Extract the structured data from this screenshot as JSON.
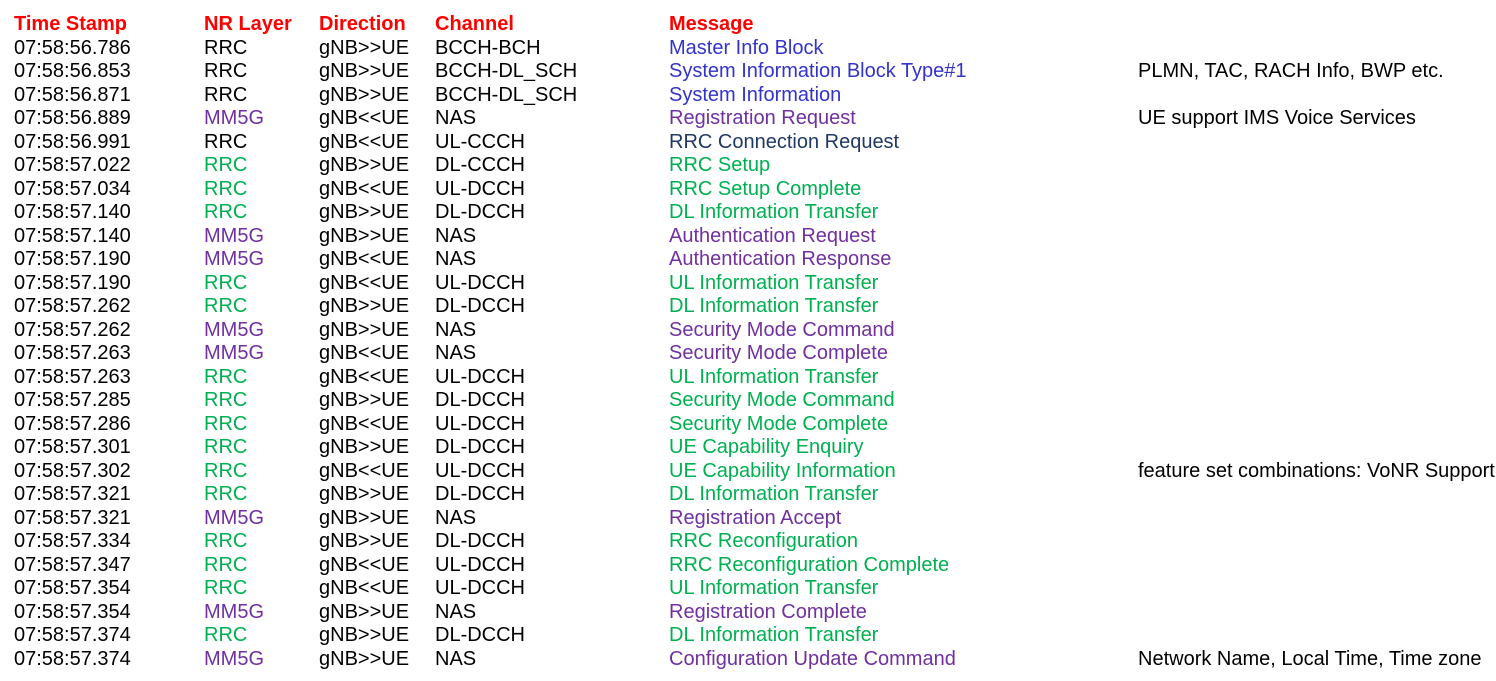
{
  "table": {
    "headers": [
      "Time Stamp",
      "NR Layer",
      "Direction",
      "Channel",
      "Message"
    ],
    "colors": {
      "header": "#ff0000",
      "black": "#000000",
      "green": "#00b050",
      "purple": "#7030a0",
      "blue": "#3333cc",
      "navy": "#1f3864",
      "note": "#000000",
      "background": "#ffffff"
    },
    "rows": [
      {
        "time": "07:58:56.786",
        "layer": "RRC",
        "layer_color": "black",
        "direction": "gNB>>UE",
        "channel": "BCCH-BCH",
        "message": "Master Info Block",
        "message_color": "blue",
        "note": ""
      },
      {
        "time": "07:58:56.853",
        "layer": "RRC",
        "layer_color": "black",
        "direction": "gNB>>UE",
        "channel": "BCCH-DL_SCH",
        "message": "System Information Block Type#1",
        "message_color": "blue",
        "note": "PLMN, TAC, RACH Info, BWP etc."
      },
      {
        "time": "07:58:56.871",
        "layer": "RRC",
        "layer_color": "black",
        "direction": "gNB>>UE",
        "channel": "BCCH-DL_SCH",
        "message": "System Information",
        "message_color": "blue",
        "note": ""
      },
      {
        "time": "07:58:56.889",
        "layer": "MM5G",
        "layer_color": "purple",
        "direction": "gNB<<UE",
        "channel": "NAS",
        "message": "Registration Request",
        "message_color": "purple",
        "note": "UE support IMS Voice Services"
      },
      {
        "time": "07:58:56.991",
        "layer": "RRC",
        "layer_color": "black",
        "direction": "gNB<<UE",
        "channel": "UL-CCCH",
        "message": "RRC Connection Request",
        "message_color": "navy",
        "note": ""
      },
      {
        "time": "07:58:57.022",
        "layer": "RRC",
        "layer_color": "green",
        "direction": "gNB>>UE",
        "channel": "DL-CCCH",
        "message": "RRC Setup",
        "message_color": "green",
        "note": ""
      },
      {
        "time": "07:58:57.034",
        "layer": "RRC",
        "layer_color": "green",
        "direction": "gNB<<UE",
        "channel": "UL-DCCH",
        "message": "RRC Setup Complete",
        "message_color": "green",
        "note": ""
      },
      {
        "time": "07:58:57.140",
        "layer": "RRC",
        "layer_color": "green",
        "direction": "gNB>>UE",
        "channel": "DL-DCCH",
        "message": "DL Information Transfer",
        "message_color": "green",
        "note": ""
      },
      {
        "time": "07:58:57.140",
        "layer": "MM5G",
        "layer_color": "purple",
        "direction": "gNB>>UE",
        "channel": "NAS",
        "message": "Authentication Request",
        "message_color": "purple",
        "note": ""
      },
      {
        "time": "07:58:57.190",
        "layer": "MM5G",
        "layer_color": "purple",
        "direction": "gNB<<UE",
        "channel": "NAS",
        "message": "Authentication Response",
        "message_color": "purple",
        "note": ""
      },
      {
        "time": "07:58:57.190",
        "layer": "RRC",
        "layer_color": "green",
        "direction": "gNB<<UE",
        "channel": "UL-DCCH",
        "message": "UL Information Transfer",
        "message_color": "green",
        "note": ""
      },
      {
        "time": "07:58:57.262",
        "layer": "RRC",
        "layer_color": "green",
        "direction": "gNB>>UE",
        "channel": "DL-DCCH",
        "message": "DL Information Transfer",
        "message_color": "green",
        "note": ""
      },
      {
        "time": "07:58:57.262",
        "layer": "MM5G",
        "layer_color": "purple",
        "direction": "gNB>>UE",
        "channel": "NAS",
        "message": "Security Mode Command",
        "message_color": "purple",
        "note": ""
      },
      {
        "time": "07:58:57.263",
        "layer": "MM5G",
        "layer_color": "purple",
        "direction": "gNB<<UE",
        "channel": "NAS",
        "message": "Security Mode Complete",
        "message_color": "purple",
        "note": ""
      },
      {
        "time": "07:58:57.263",
        "layer": "RRC",
        "layer_color": "green",
        "direction": "gNB<<UE",
        "channel": "UL-DCCH",
        "message": "UL Information Transfer",
        "message_color": "green",
        "note": ""
      },
      {
        "time": "07:58:57.285",
        "layer": "RRC",
        "layer_color": "green",
        "direction": "gNB>>UE",
        "channel": "DL-DCCH",
        "message": "Security Mode Command",
        "message_color": "green",
        "note": ""
      },
      {
        "time": "07:58:57.286",
        "layer": "RRC",
        "layer_color": "green",
        "direction": "gNB<<UE",
        "channel": "UL-DCCH",
        "message": "Security Mode Complete",
        "message_color": "green",
        "note": ""
      },
      {
        "time": "07:58:57.301",
        "layer": "RRC",
        "layer_color": "green",
        "direction": "gNB>>UE",
        "channel": "DL-DCCH",
        "message": "UE Capability Enquiry",
        "message_color": "green",
        "note": ""
      },
      {
        "time": "07:58:57.302",
        "layer": "RRC",
        "layer_color": "green",
        "direction": "gNB<<UE",
        "channel": "UL-DCCH",
        "message": "UE Capability Information",
        "message_color": "green",
        "note": "feature set combinations: VoNR Support"
      },
      {
        "time": "07:58:57.321",
        "layer": "RRC",
        "layer_color": "green",
        "direction": "gNB>>UE",
        "channel": "DL-DCCH",
        "message": "DL Information Transfer",
        "message_color": "green",
        "note": ""
      },
      {
        "time": "07:58:57.321",
        "layer": "MM5G",
        "layer_color": "purple",
        "direction": "gNB>>UE",
        "channel": "NAS",
        "message": "Registration Accept",
        "message_color": "purple",
        "note": ""
      },
      {
        "time": "07:58:57.334",
        "layer": "RRC",
        "layer_color": "green",
        "direction": "gNB>>UE",
        "channel": "DL-DCCH",
        "message": "RRC Reconfiguration",
        "message_color": "green",
        "note": ""
      },
      {
        "time": "07:58:57.347",
        "layer": "RRC",
        "layer_color": "green",
        "direction": "gNB<<UE",
        "channel": "UL-DCCH",
        "message": "RRC Reconfiguration Complete",
        "message_color": "green",
        "note": ""
      },
      {
        "time": "07:58:57.354",
        "layer": "RRC",
        "layer_color": "green",
        "direction": "gNB<<UE",
        "channel": "UL-DCCH",
        "message": "UL Information Transfer",
        "message_color": "green",
        "note": ""
      },
      {
        "time": "07:58:57.354",
        "layer": "MM5G",
        "layer_color": "purple",
        "direction": "gNB>>UE",
        "channel": "NAS",
        "message": "Registration Complete",
        "message_color": "purple",
        "note": ""
      },
      {
        "time": "07:58:57.374",
        "layer": "RRC",
        "layer_color": "green",
        "direction": "gNB>>UE",
        "channel": "DL-DCCH",
        "message": "DL Information Transfer",
        "message_color": "green",
        "note": ""
      },
      {
        "time": "07:58:57.374",
        "layer": "MM5G",
        "layer_color": "purple",
        "direction": "gNB>>UE",
        "channel": "NAS",
        "message": "Configuration Update Command",
        "message_color": "purple",
        "note": "Network Name, Local Time, Time zone"
      }
    ]
  }
}
